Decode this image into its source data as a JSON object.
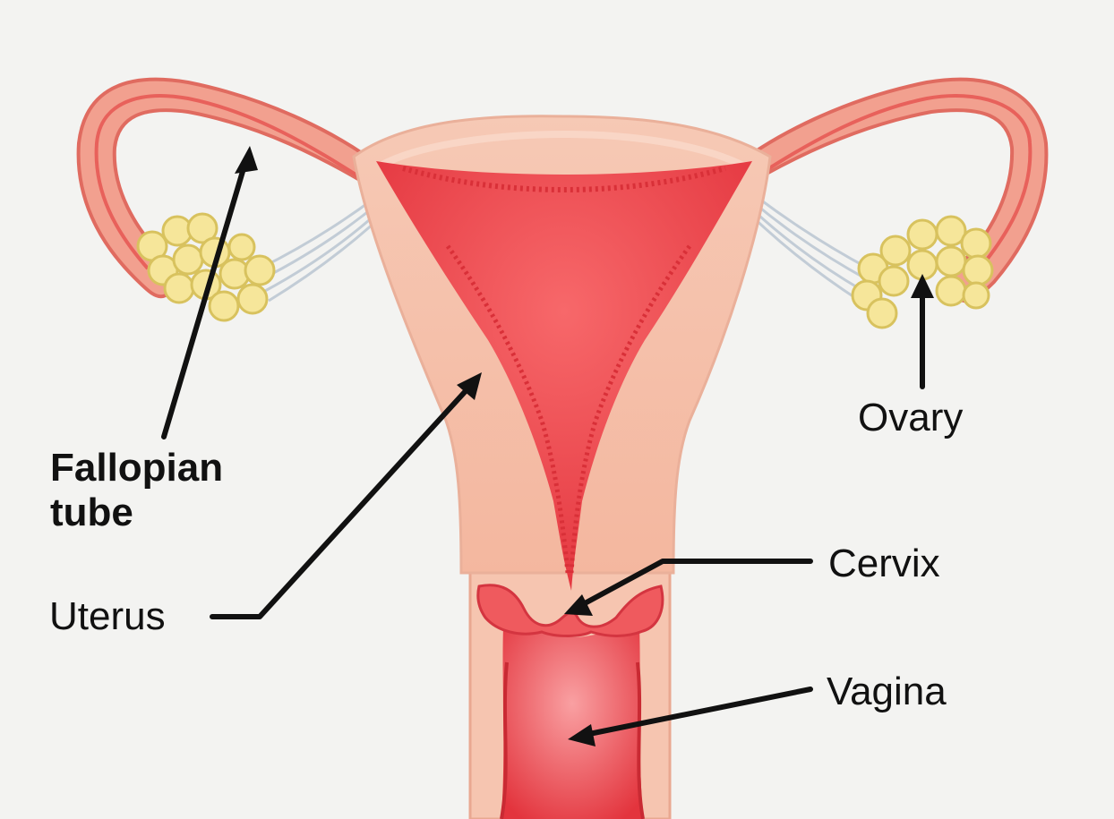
{
  "labels": {
    "fallopian_tube_line1": "Fallopian",
    "fallopian_tube_line2": "tube",
    "uterus": "Uterus",
    "ovary": "Ovary",
    "cervix": "Cervix",
    "vagina": "Vagina"
  },
  "colors": {
    "background": "#f3f3f1",
    "outer_tissue": "#f7c4ae",
    "outer_tissue_light": "#fbdccd",
    "lining": "#ee4a4d",
    "lining_dark": "#e0323b",
    "tube": "#ef8c7e",
    "ovary_fill": "#f6e69a",
    "ovary_stroke": "#d9c462",
    "ligament": "#c9d3dc",
    "arrow": "#111111"
  }
}
